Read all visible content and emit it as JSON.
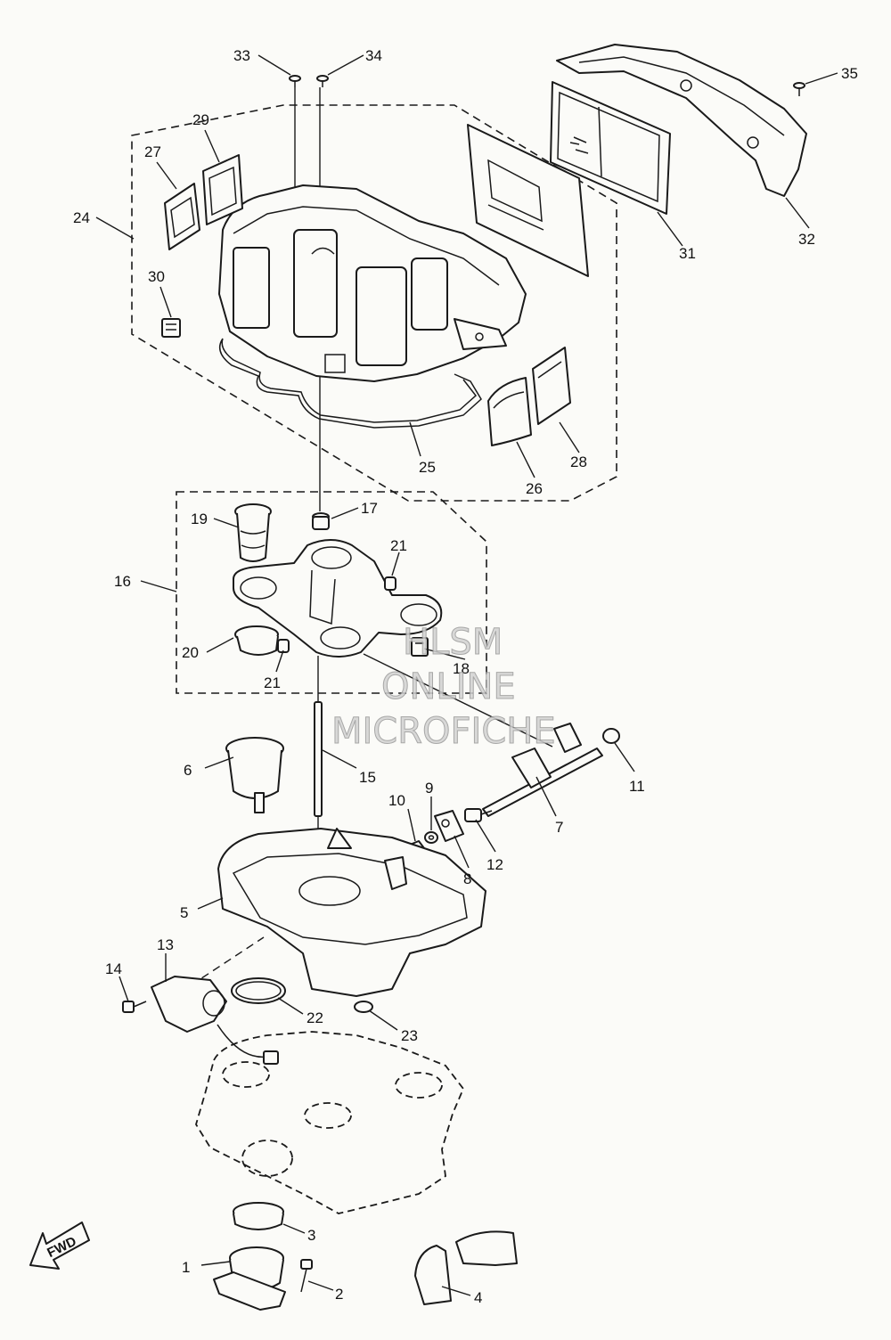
{
  "watermark": {
    "line1": "HLSM",
    "line2": "ONLINE",
    "line3": "MICROFICHE",
    "color": "#9a9a9a"
  },
  "direction_arrow": {
    "label": "FWD"
  },
  "callouts": {
    "c1": "1",
    "c2": "2",
    "c3": "3",
    "c4": "4",
    "c5": "5",
    "c6": "6",
    "c7": "7",
    "c8": "8",
    "c9": "9",
    "c10": "10",
    "c11": "11",
    "c12": "12",
    "c13": "13",
    "c14": "14",
    "c15": "15",
    "c16": "16",
    "c17": "17",
    "c18": "18",
    "c19": "19",
    "c20": "20",
    "c21a": "21",
    "c21b": "21",
    "c22": "22",
    "c23": "23",
    "c24": "24",
    "c25": "25",
    "c26": "26",
    "c27": "27",
    "c28": "28",
    "c29": "29",
    "c30": "30",
    "c31": "31",
    "c32": "32",
    "c33": "33",
    "c34": "34",
    "c35": "35"
  },
  "colors": {
    "line": "#1a1a1a",
    "background": "#fbfbf8"
  }
}
